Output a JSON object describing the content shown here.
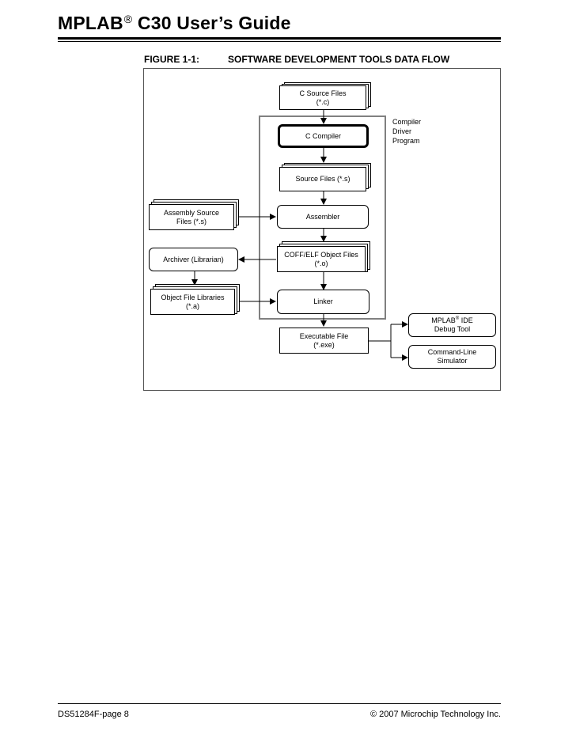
{
  "header": {
    "title_prefix": "MPLAB",
    "registered_mark": "®",
    "title_suffix": " C30 User’s Guide"
  },
  "figure": {
    "label": "FIGURE 1-1:",
    "title": "SOFTWARE DEVELOPMENT TOOLS DATA FLOW"
  },
  "diagram": {
    "compiler_driver_label": [
      "Compiler",
      "Driver",
      "Program"
    ],
    "c_source": [
      "C Source Files",
      "(*.c)"
    ],
    "c_compiler": "C Compiler",
    "source_files": "Source Files (*.s)",
    "assembly_source": [
      "Assembly Source",
      "Files (*.s)"
    ],
    "assembler": "Assembler",
    "archiver": "Archiver (Librarian)",
    "object_files": [
      "COFF/ELF Object Files",
      "(*.o)"
    ],
    "object_libraries": [
      "Object File Libraries",
      "(*.a)"
    ],
    "linker": "Linker",
    "executable": [
      "Executable File",
      "(*.exe)"
    ],
    "mplab_ide": {
      "name": "MPLAB",
      "mark": "®",
      "suffix": " IDE",
      "line2": "Debug Tool"
    },
    "simulator": [
      "Command-Line",
      "Simulator"
    ]
  },
  "footer": {
    "left": "DS51284F-page 8",
    "right": "© 2007 Microchip Technology Inc."
  }
}
